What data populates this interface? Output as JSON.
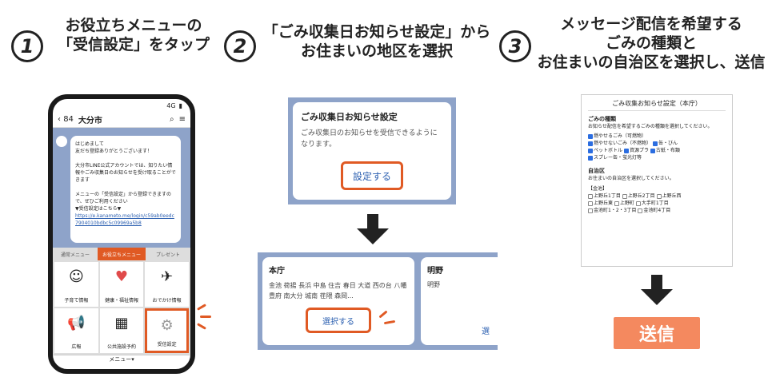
{
  "steps": [
    {
      "num": "1",
      "line1": "お役立ちメニューの",
      "line2": "「受信設定」をタップ"
    },
    {
      "num": "2",
      "line1": "「ごみ収集日お知らせ設定」から",
      "line2": "お住まいの地区を選択"
    },
    {
      "num": "3",
      "line1": "メッセージ配信を希望する",
      "line2": "ごみの種類と",
      "line3": "お住まいの自治区を選択し、送信"
    }
  ],
  "phone": {
    "status": "4G",
    "back": "84",
    "account": "大分市",
    "msg": [
      "はじめまして",
      "友だち登録ありがとうございます！",
      "",
      "大分市LINE公式アカウントでは、知りたい情報やごみ収集日のお知らせを受け取ることができます",
      "",
      "メニューの「受信設定」から登録できますので、ぜひご利用ください",
      "▼受信設定はこちら▼"
    ],
    "link": "https://e.kanameto.me/login/c59ab0eedc7904010bdbc5c09969a5b8",
    "tabs": [
      "通常メニュー",
      "お役立ちメニュー",
      "プレゼント"
    ],
    "cells": [
      "子育て情報",
      "健康・福祉情報",
      "おでかけ情報",
      "広報",
      "公共施設予約",
      "受信設定"
    ],
    "menubar": "メニュー▾"
  },
  "popup": {
    "title": "ごみ収集日お知らせ設定",
    "body": "ごみ収集日のお知らせを受信できるようになります。",
    "button": "設定する"
  },
  "area": {
    "title": "本庁",
    "districts": "金池 荷揚 長浜 中島 住吉 春日 大道 西の台 八幡 豊府 南大分 城南 荏隈 森岡...",
    "button": "選択する",
    "title2": "明野",
    "sub2": "明野",
    "cut": "選"
  },
  "form": {
    "title": "ごみ収集お知らせ設定（本庁）",
    "kind_h": "ごみの種類",
    "kind_p": "お知らせ配信を希望するごみの種類を選択してください。",
    "kinds": [
      "燃やせるごみ（可燃物）",
      "燃やせないごみ（不燃物）",
      "缶・びん",
      "ペットボトル",
      "資源プラ",
      "古紙・布類",
      "スプレー缶・蛍光灯等"
    ],
    "area_h": "自治区",
    "area_p": "お住まいの自治区を選択してください。",
    "group": "【金池】",
    "areas": [
      "上野丘1丁目",
      "上野丘2丁目",
      "上野丘西",
      "上野丘東",
      "上野町",
      "大手町1丁目",
      "金池町1・2・3丁目",
      "金池町4丁目"
    ]
  },
  "send": "送信"
}
